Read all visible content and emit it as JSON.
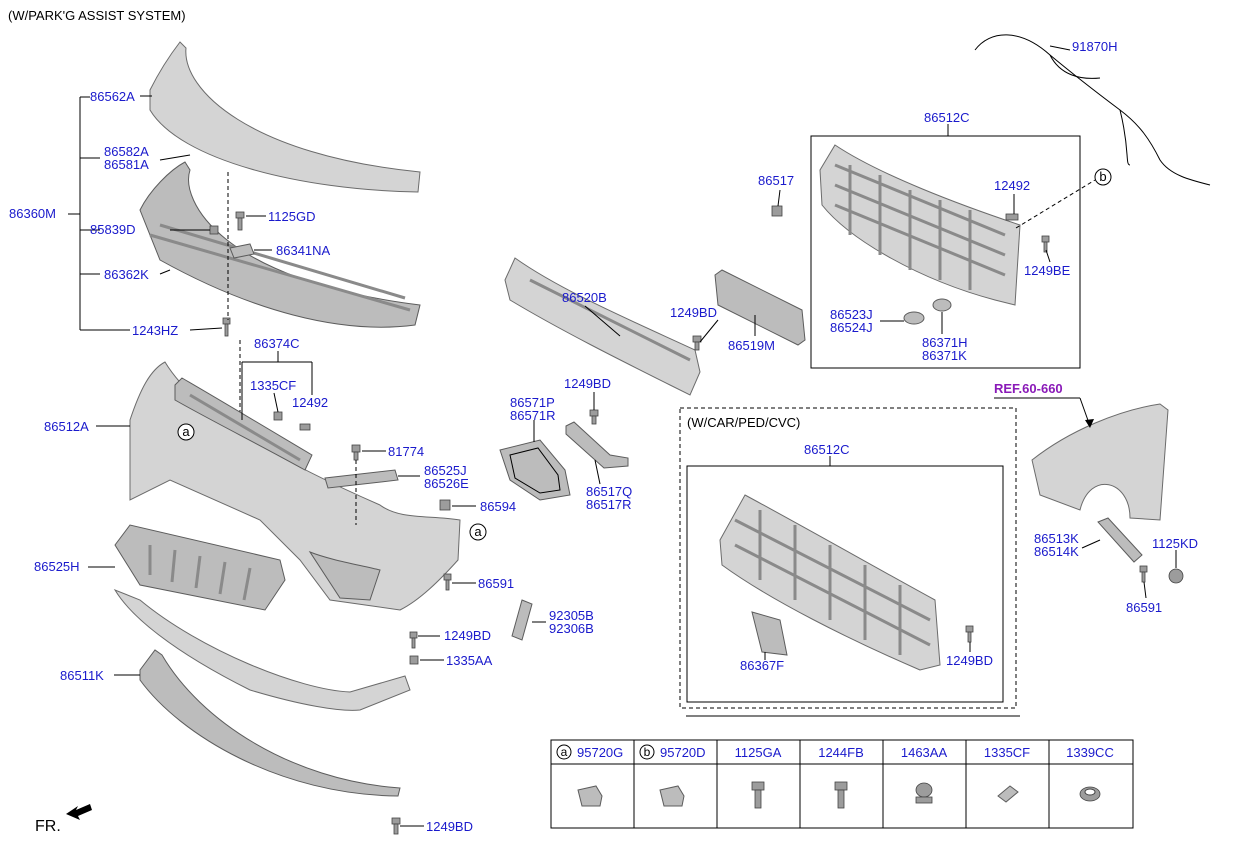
{
  "header_note": "(W/PARK'G ASSIST SYSTEM)",
  "fr_label": "FR.",
  "ref_label": "REF.60-660",
  "box_car_title": "(W/CAR/PED/CVC)",
  "callouts": {
    "c86562A": "86562A",
    "c86582A": "86582A",
    "c86581A": "86581A",
    "c86360M": "86360M",
    "c1125GD": "1125GD",
    "c85839D": "85839D",
    "c86341NA": "86341NA",
    "c86362K": "86362K",
    "c1243HZ": "1243HZ",
    "c86374C": "86374C",
    "c1335CF": "1335CF",
    "c12492a": "12492",
    "c86512A": "86512A",
    "c81774": "81774",
    "c86525J": "86525J",
    "c86526E": "86526E",
    "c86594": "86594",
    "c86525H": "86525H",
    "c86591a": "86591",
    "c92305B": "92305B",
    "c92306B": "92306B",
    "c1249BDa": "1249BD",
    "c1335AA": "1335AA",
    "c86511K": "86511K",
    "c1249BDb": "1249BD",
    "c86520B": "86520B",
    "c1249BDc": "1249BD",
    "c86519M": "86519M",
    "c86571P": "86571P",
    "c86571R": "86571R",
    "c1249BDd": "1249BD",
    "c86517Q": "86517Q",
    "c86517R": "86517R",
    "c86512Ca": "86512C",
    "c86517": "86517",
    "c12492b": "12492",
    "c1249BE": "1249BE",
    "c86523J": "86523J",
    "c86524J": "86524J",
    "c86371H": "86371H",
    "c86371K": "86371K",
    "c91870H": "91870H",
    "c86512Cb": "86512C",
    "c86367F": "86367F",
    "c1249BDe": "1249BD",
    "c86513K": "86513K",
    "c86514K": "86514K",
    "c1125KD": "1125KD",
    "c86591b": "86591"
  },
  "circle_markers": {
    "a": "a",
    "b": "b"
  },
  "legend": {
    "items": [
      {
        "marker": "a",
        "code": "95720G"
      },
      {
        "marker": "b",
        "code": "95720D"
      },
      {
        "marker": "",
        "code": "1125GA"
      },
      {
        "marker": "",
        "code": "1244FB"
      },
      {
        "marker": "",
        "code": "1463AA"
      },
      {
        "marker": "",
        "code": "1335CF"
      },
      {
        "marker": "",
        "code": "1339CC"
      }
    ]
  },
  "colors": {
    "callout": "#1a1acc",
    "ref": "#8a1ab8",
    "part": "#d4d4d4",
    "line": "#000000"
  }
}
